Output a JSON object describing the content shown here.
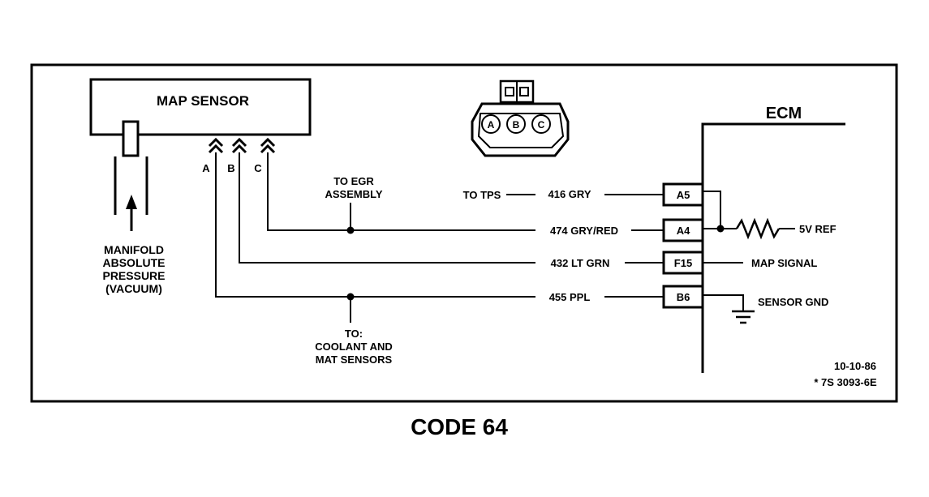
{
  "sensor": {
    "title": "MAP SENSOR"
  },
  "pins": [
    "A",
    "B",
    "C"
  ],
  "connector_pins": [
    "A",
    "B",
    "C"
  ],
  "manifold_label": [
    "MANIFOLD",
    "ABSOLUTE",
    "PRESSURE",
    "(VACUUM)"
  ],
  "egr_label": [
    "TO EGR",
    "ASSEMBLY"
  ],
  "coolant_label": [
    "TO:",
    "COOLANT AND",
    "MAT SENSORS"
  ],
  "tps_label": "TO TPS",
  "wires": [
    {
      "circuit": "416 GRY",
      "terminal": "A5"
    },
    {
      "circuit": "474 GRY/RED",
      "terminal": "A4"
    },
    {
      "circuit": "432 LT GRN",
      "terminal": "F15"
    },
    {
      "circuit": "455 PPL",
      "terminal": "B6"
    }
  ],
  "ecm": {
    "title": "ECM",
    "ref_label": "5V REF",
    "signal_label": "MAP SIGNAL",
    "ground_label": "SENSOR GND"
  },
  "footer": {
    "date": "10-10-86",
    "ref": "* 7S 3093-6E"
  },
  "code_title": "CODE 64"
}
